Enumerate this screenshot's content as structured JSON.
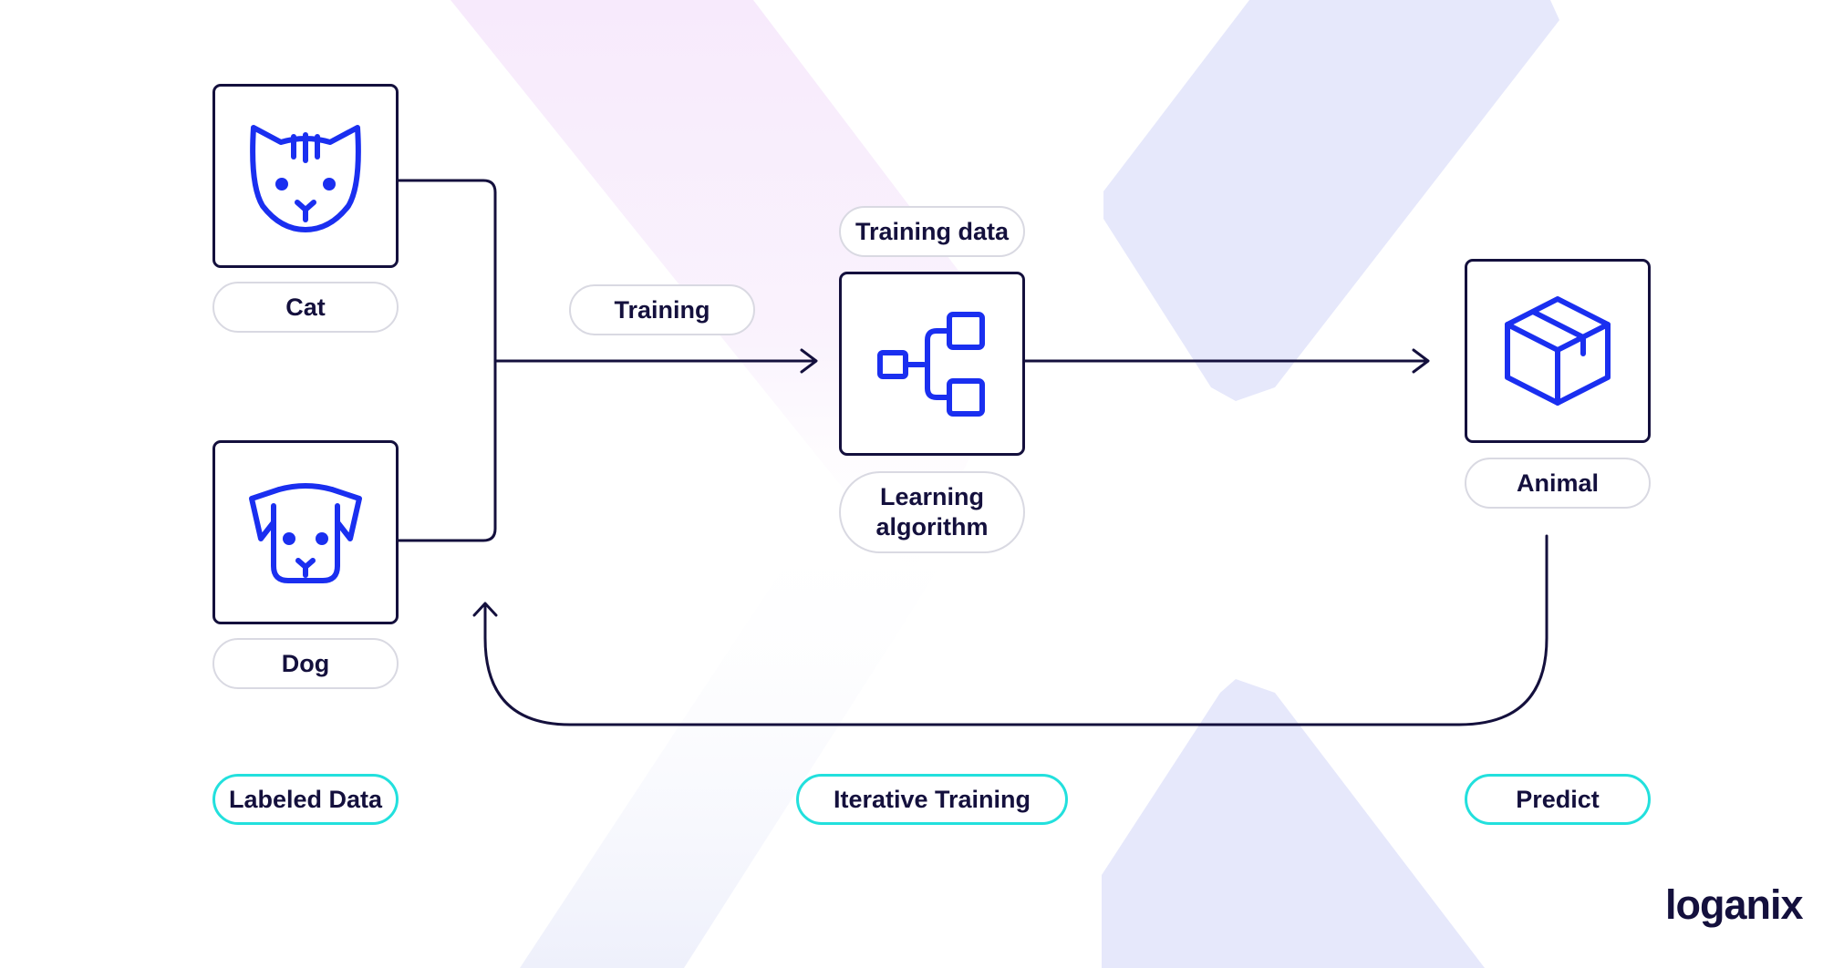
{
  "colors": {
    "ink": "#14103d",
    "accent": "#1a2ff0",
    "pill_border": "#d9d9e2",
    "stage_border": "#22e0dd",
    "bg_lavender": "#e6e8fb",
    "bg_pink": "#f7eafc"
  },
  "inputs": [
    {
      "icon": "cat-icon",
      "label": "Cat"
    },
    {
      "icon": "dog-icon",
      "label": "Dog"
    }
  ],
  "edges": {
    "training_label": "Training"
  },
  "model": {
    "top_label": "Training data",
    "icon": "hierarchy-icon",
    "bottom_label": "Learning\nalgorithm"
  },
  "output": {
    "icon": "box-icon",
    "label": "Animal"
  },
  "stages": {
    "labeled": "Labeled Data",
    "iterative": "Iterative Training",
    "predict": "Predict"
  },
  "brand": {
    "logo": "loganix"
  }
}
